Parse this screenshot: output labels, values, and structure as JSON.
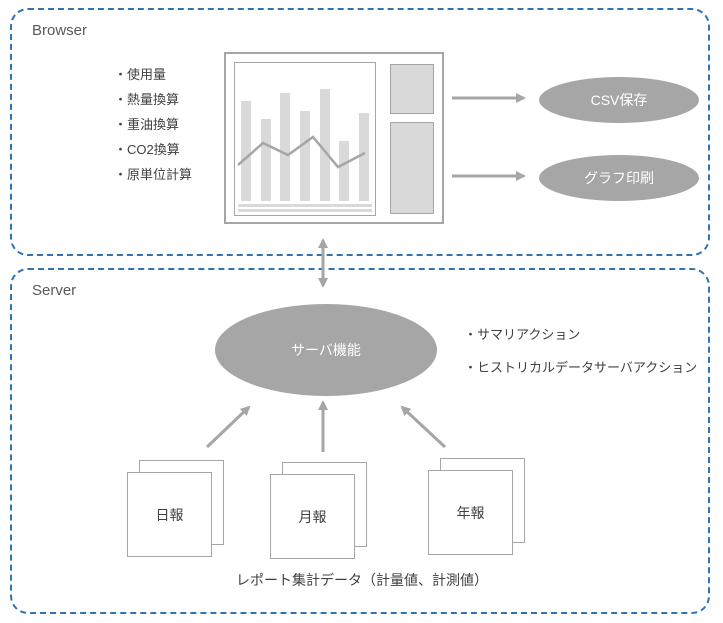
{
  "colors": {
    "border_blue": "#2e74b5",
    "gray_fill": "#a6a6a6",
    "light_gray": "#d9d9d9",
    "box_border": "#a6a6a6",
    "arrow": "#a6a6a6",
    "text_dark": "#404040",
    "label_gray": "#595959"
  },
  "browser": {
    "label": "Browser",
    "features": [
      "・使用量",
      "・熱量換算",
      "・重油換算",
      "・CO2換算",
      "・原単位計算"
    ],
    "outputs": [
      {
        "label": "CSV保存"
      },
      {
        "label": "グラフ印刷"
      }
    ]
  },
  "server": {
    "label": "Server",
    "function_label": "サーバ機能",
    "actions": [
      "・サマリアクション",
      "・ヒストリカルデータサーバアクション"
    ],
    "reports": [
      {
        "label": "日報"
      },
      {
        "label": "月報"
      },
      {
        "label": "年報"
      }
    ],
    "caption": "レポート集計データ（計量値、計測値）"
  },
  "chart_mock": {
    "bar_heights": [
      100,
      82,
      108,
      90,
      112,
      60,
      88
    ],
    "line_points": "3,102 28,80 53,92 78,74 103,104 130,90"
  }
}
